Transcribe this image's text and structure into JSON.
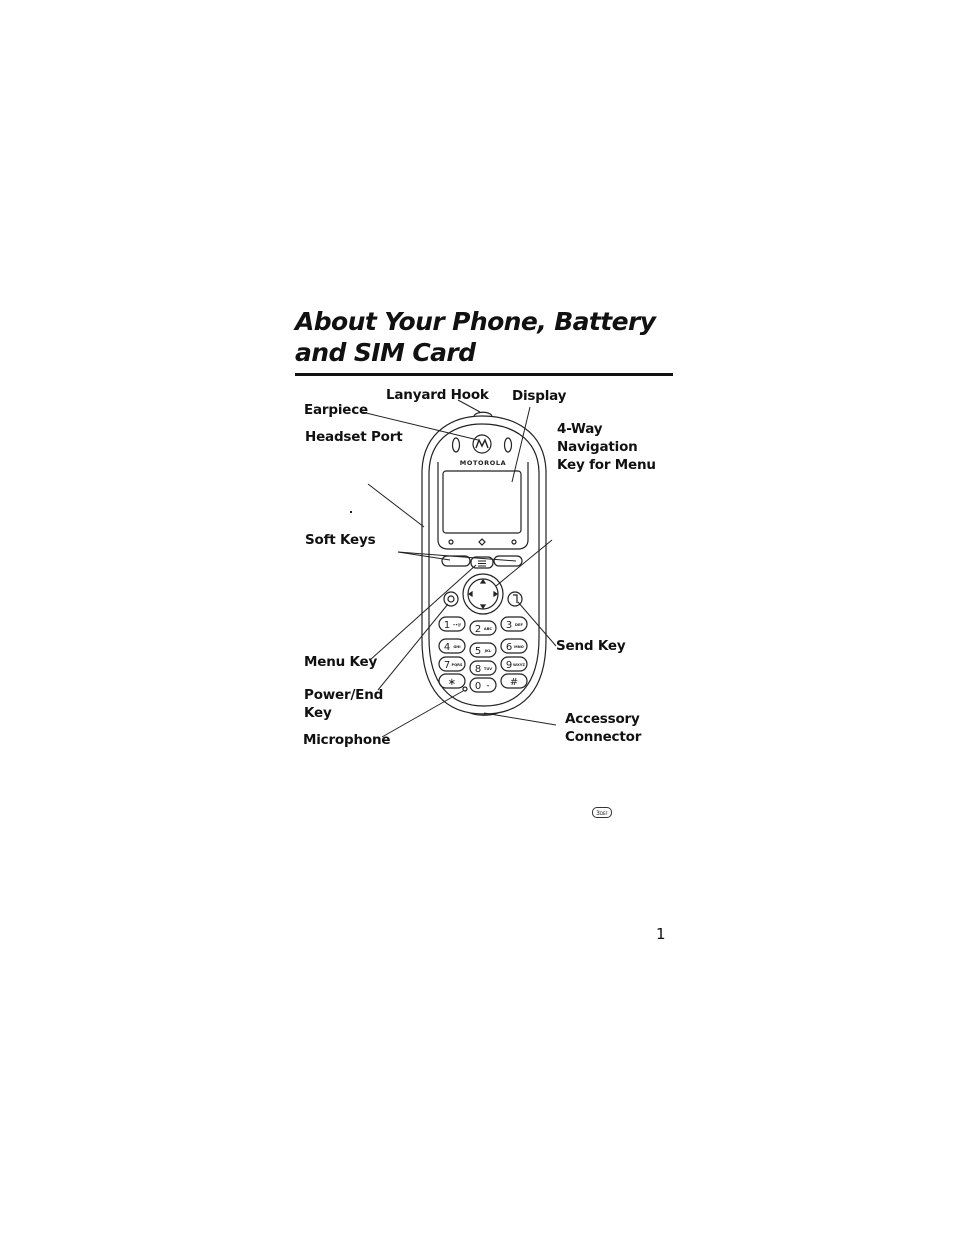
{
  "title": {
    "line1": "About Your Phone, Battery",
    "line2": "and SIM Card"
  },
  "callouts": {
    "earpiece": "Earpiece",
    "lanyard_hook": "Lanyard Hook",
    "display": "Display",
    "headset_port": "Headset Port",
    "nav_key_line1": "4-Way",
    "nav_key_line2": "Navigation",
    "nav_key_line3": "Key for Menu",
    "soft_keys": "Soft Keys",
    "send_key": "Send Key",
    "menu_key": "Menu Key",
    "power_end_line1": "Power/End",
    "power_end_line2": "Key",
    "accessory_line1": "Accessory",
    "accessory_line2": "Connector",
    "microphone": "Microphone"
  },
  "phone": {
    "brand": "MOTOROLA",
    "keypad": [
      {
        "digit": "1",
        "letters": "••@"
      },
      {
        "digit": "2",
        "letters": "ABC"
      },
      {
        "digit": "3",
        "letters": "DEF"
      },
      {
        "digit": "4",
        "letters": "GHI"
      },
      {
        "digit": "5",
        "letters": "JKL"
      },
      {
        "digit": "6",
        "letters": "MNO"
      },
      {
        "digit": "7",
        "letters": "PQRS"
      },
      {
        "digit": "8",
        "letters": "TUV"
      },
      {
        "digit": "9",
        "letters": "WXYZ"
      },
      {
        "digit": "∗",
        "letters": ""
      },
      {
        "digit": "0",
        "letters": "+"
      },
      {
        "digit": "#",
        "letters": ""
      }
    ]
  },
  "inline_key": {
    "digit": "3",
    "letters": "DEF"
  },
  "page_number": "1"
}
